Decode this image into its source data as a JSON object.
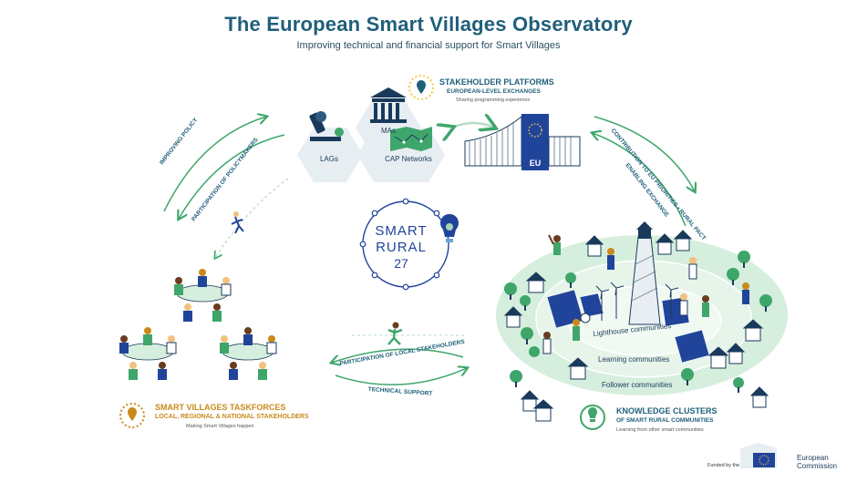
{
  "header": {
    "title": "The European Smart Villages Observatory",
    "subtitle": "Improving technical and financial support for Smart Villages"
  },
  "stakeholder_platforms": {
    "title": "STAKEHOLDER PLATFORMS",
    "subtitle": "EUROPEAN-LEVEL EXCHANGES",
    "note": "Sharing programming experience"
  },
  "hexagons": {
    "mas": "MAs",
    "lags": "LAGs",
    "cap_networks": "CAP Networks"
  },
  "eu_label": "EU",
  "arrows": {
    "improving_policy": "IMPROVING POLICY",
    "participation_policymakers": "PARTICIPATION OF POLICYMAKERS",
    "contribution_eu": "CONTRIBUTION TO EU PRIORITIES • RURAL PACT",
    "enabling_exchange": "ENABLING EXCHANGE",
    "participation_local": "PARTICIPATION OF LOCAL STAKEHOLDERS",
    "technical_support": "TECHNICAL SUPPORT"
  },
  "logo": {
    "line1": "SMART",
    "line2": "RURAL",
    "line3": "27"
  },
  "taskforces": {
    "title": "SMART VILLAGES TASKFORCES",
    "subtitle": "LOCAL, REGIONAL & NATIONAL STAKEHOLDERS",
    "note": "Making Smart Villages happen"
  },
  "clusters": {
    "ring_lighthouse": "Lighthouse communities",
    "ring_learning": "Learning communities",
    "ring_follower": "Follower communities",
    "title": "KNOWLEDGE CLUSTERS",
    "subtitle": "OF SMART RURAL COMMUNITIES",
    "note": "Learning from other smart communities"
  },
  "footer": {
    "funded_by": "Funded by the",
    "ec_line1": "European",
    "ec_line2": "Commission"
  },
  "colors": {
    "title": "#1f5f7a",
    "green": "#3fa66b",
    "gold": "#c98a1b",
    "navy": "#1a3a5c",
    "eu_blue": "#21449b",
    "ellipse": "#d6eedd"
  }
}
